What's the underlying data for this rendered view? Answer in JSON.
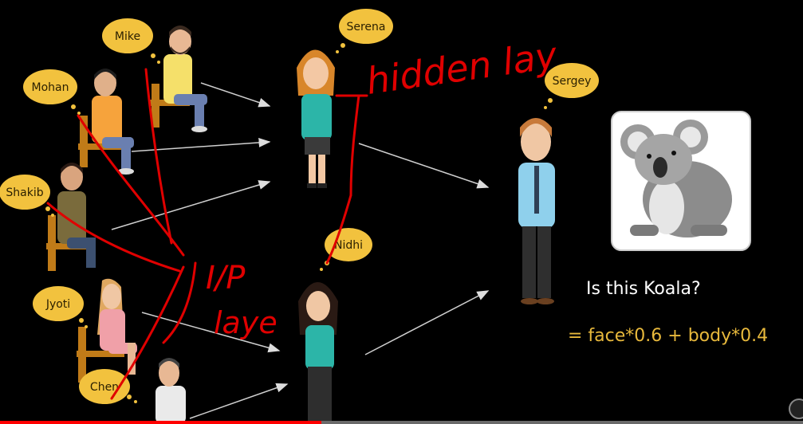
{
  "people": {
    "mike": "Mike",
    "serena": "Serena",
    "mohan": "Mohan",
    "sergey": "Sergey",
    "shakib": "Shakib",
    "nidhi": "Nidhi",
    "jyoti": "Jyoti",
    "chen": "Chen"
  },
  "question": "Is this Koala?",
  "formula": "= face*0.6 + body*0.4",
  "annotations": {
    "hidden_layer": "hidden lay",
    "input_layer_line1": "I/P",
    "input_layer_line2": "laye"
  },
  "image_subject": "koala",
  "colors": {
    "bubble": "#f2c23e",
    "formula": "#e8b93c",
    "ink": "#e00000",
    "background": "#000000"
  },
  "video_progress_fraction": 0.4
}
